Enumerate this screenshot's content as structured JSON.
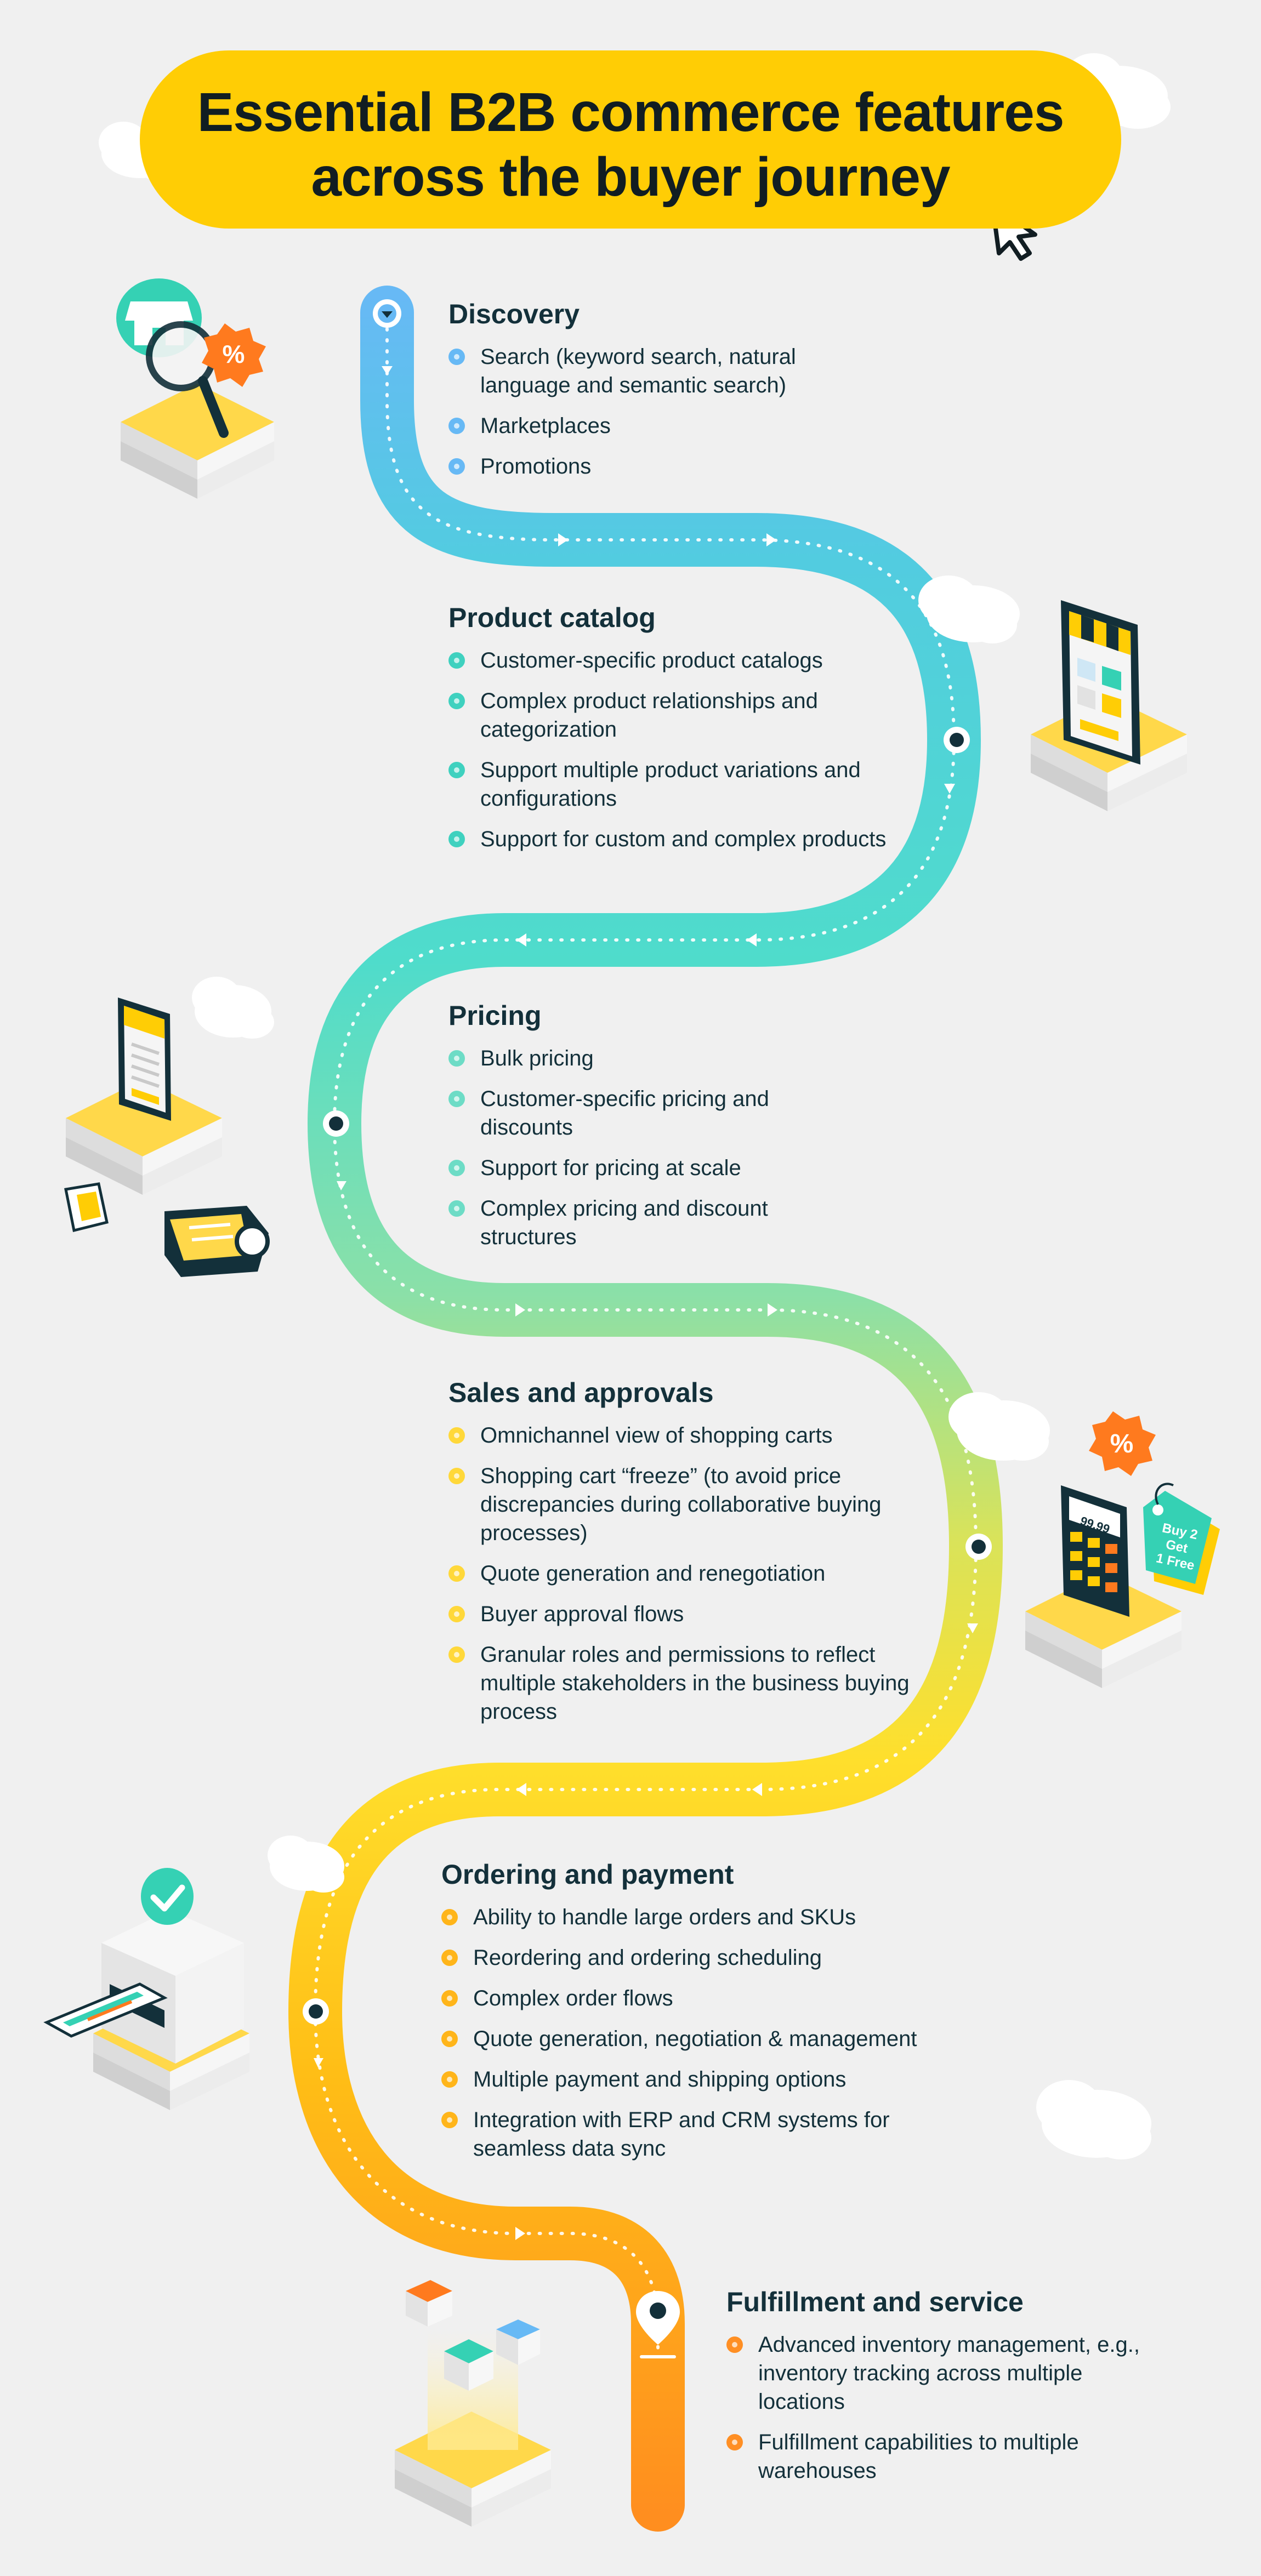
{
  "title": {
    "line1": "Essential B2B commerce features",
    "line2": "across the buyer journey"
  },
  "colors": {
    "background": "#f0f0f0",
    "title_band": "#ffcd05",
    "path_blue": "#67b9f5",
    "path_teal": "#4fd9d0",
    "path_green": "#b9e27a",
    "path_yellow": "#ffdb2e",
    "path_orange": "#ff9a1f",
    "text": "#13303a"
  },
  "sections": [
    {
      "id": "discovery",
      "title": "Discovery",
      "bullet_color": "#67b9f5",
      "items": [
        "Search (keyword search, natural language and semantic search)",
        "Marketplaces",
        "Promotions"
      ]
    },
    {
      "id": "product-catalog",
      "title": "Product catalog",
      "bullet_color": "#3fd1bf",
      "items": [
        "Customer-specific product catalogs",
        "Complex product relationships and categorization",
        "Support multiple product variations and configurations",
        "Support for custom and complex products"
      ]
    },
    {
      "id": "pricing",
      "title": "Pricing",
      "bullet_color": "#6ddcc6",
      "items": [
        "Bulk pricing",
        "Customer-specific pricing and discounts",
        "Support for pricing at scale",
        "Complex pricing and discount structures"
      ]
    },
    {
      "id": "sales-approvals",
      "title": "Sales and approvals",
      "bullet_color": "#ffd83a",
      "items": [
        "Omnichannel view of shopping carts",
        "Shopping cart “freeze” (to avoid price discrepancies during collaborative buying processes)",
        "Quote generation and renegotiation",
        "Buyer approval flows",
        "Granular roles and permissions to reflect multiple stakeholders in the business buying process"
      ]
    },
    {
      "id": "ordering-payment",
      "title": "Ordering and payment",
      "bullet_color": "#ffb51a",
      "items": [
        "Ability to handle large orders and SKUs",
        "Reordering and ordering scheduling",
        "Complex order flows",
        "Quote generation, negotiation & management",
        "Multiple payment and shipping options",
        "Integration with ERP and CRM systems for seamless data sync"
      ]
    },
    {
      "id": "fulfillment-service",
      "title": "Fulfillment and service",
      "bullet_color": "#ff8f24",
      "items": [
        "Advanced inventory management, e.g., inventory tracking across multiple locations",
        "Fulfillment capabilities to multiple warehouses"
      ]
    }
  ],
  "illustrations": {
    "discount_badge": "%",
    "price_tag": "Buy 2 Get 1 Free",
    "price_tag_lines": [
      "Buy 2",
      "Get",
      "1 Free"
    ],
    "calculator_display": "99.99"
  },
  "icons": [
    "cloud-icon",
    "cursor-click-icon",
    "storefront-search-icon",
    "discount-badge-icon",
    "mobile-store-icon",
    "smartwatch-icon",
    "vr-headset-icon",
    "calculator-icon",
    "price-tag-icon",
    "payment-terminal-icon",
    "checkmark-icon",
    "shipping-boxes-icon",
    "location-pin-icon"
  ]
}
